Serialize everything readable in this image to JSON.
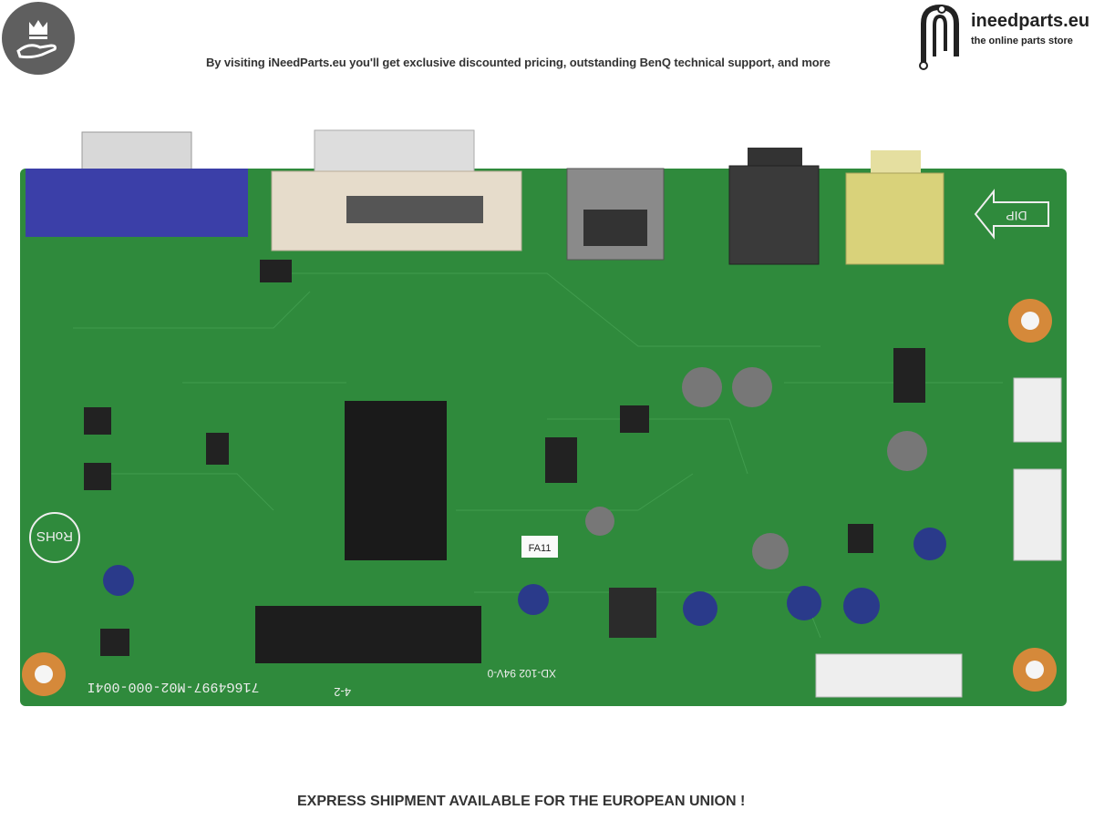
{
  "header": {
    "badge_icon": "crown-hand-icon",
    "tagline": "By visiting iNeedParts.eu you'll get exclusive discounted pricing, outstanding BenQ technical support, and more",
    "logo": {
      "name": "ineedparts.eu",
      "subtitle": "the online parts store"
    }
  },
  "board": {
    "colors": {
      "pcb": "#2f8a3c",
      "vga": "#3b3fa8",
      "dvi": "#e6dccb",
      "audio_line": "#d9d27a"
    },
    "silkscreen": {
      "part_number": "716G4997-M02-000-004I",
      "rohs": "RoHS",
      "label_sticker": "FA11",
      "rating": "XD-102 94V-0",
      "rev": "4-2",
      "dip": "DIP"
    }
  },
  "footer": {
    "text": "EXPRESS SHIPMENT AVAILABLE FOR THE EUROPEAN UNION !"
  }
}
